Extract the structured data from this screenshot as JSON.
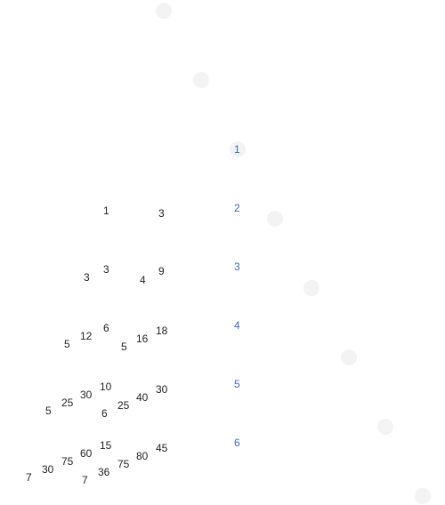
{
  "colors": {
    "number_text": "#222222",
    "row_label_text": "#3a66c8",
    "dot_fill": "#f3f3f4"
  },
  "row_labels": [
    "1",
    "2",
    "3",
    "4",
    "5",
    "6"
  ],
  "numbers": {
    "row2": [
      "1",
      "3"
    ],
    "row3": [
      "3",
      "3",
      "4",
      "9"
    ],
    "row4": [
      "5",
      "12",
      "6",
      "5",
      "16",
      "18"
    ],
    "row5": [
      "5",
      "25",
      "30",
      "10",
      "6",
      "25",
      "40",
      "30"
    ],
    "row6": [
      "7",
      "30",
      "75",
      "60",
      "15",
      "7",
      "36",
      "75",
      "80",
      "45"
    ]
  }
}
